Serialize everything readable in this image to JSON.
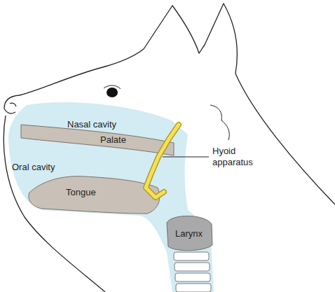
{
  "diagram": {
    "labels": [
      "Nasal cavity",
      "Palate",
      "Oral cavity",
      "Tongue",
      "Hyoid apparatus",
      "Larynx"
    ]
  }
}
